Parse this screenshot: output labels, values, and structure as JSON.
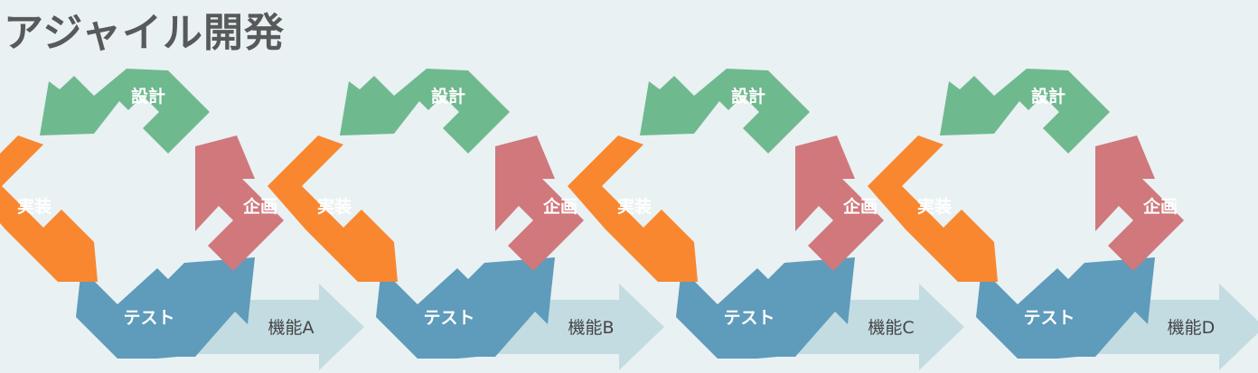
{
  "title": "アジャイル開発",
  "colors": {
    "background": "#e9f1f3",
    "design": "#6fb98f",
    "plan": "#d0787c",
    "implement": "#f8872f",
    "test": "#5f9bbb",
    "feature": "#c3dce2",
    "title_text": "#58595b"
  },
  "cycles": [
    {
      "design": "設計",
      "plan": "企画",
      "implement": "実装",
      "test": "テスト",
      "feature": "機能A"
    },
    {
      "design": "設計",
      "plan": "企画",
      "implement": "実装",
      "test": "テスト",
      "feature": "機能B"
    },
    {
      "design": "設計",
      "plan": "企画",
      "implement": "実装",
      "test": "テスト",
      "feature": "機能C"
    },
    {
      "design": "設計",
      "plan": "企画",
      "implement": "実装",
      "test": "テスト",
      "feature": "機能D"
    }
  ]
}
